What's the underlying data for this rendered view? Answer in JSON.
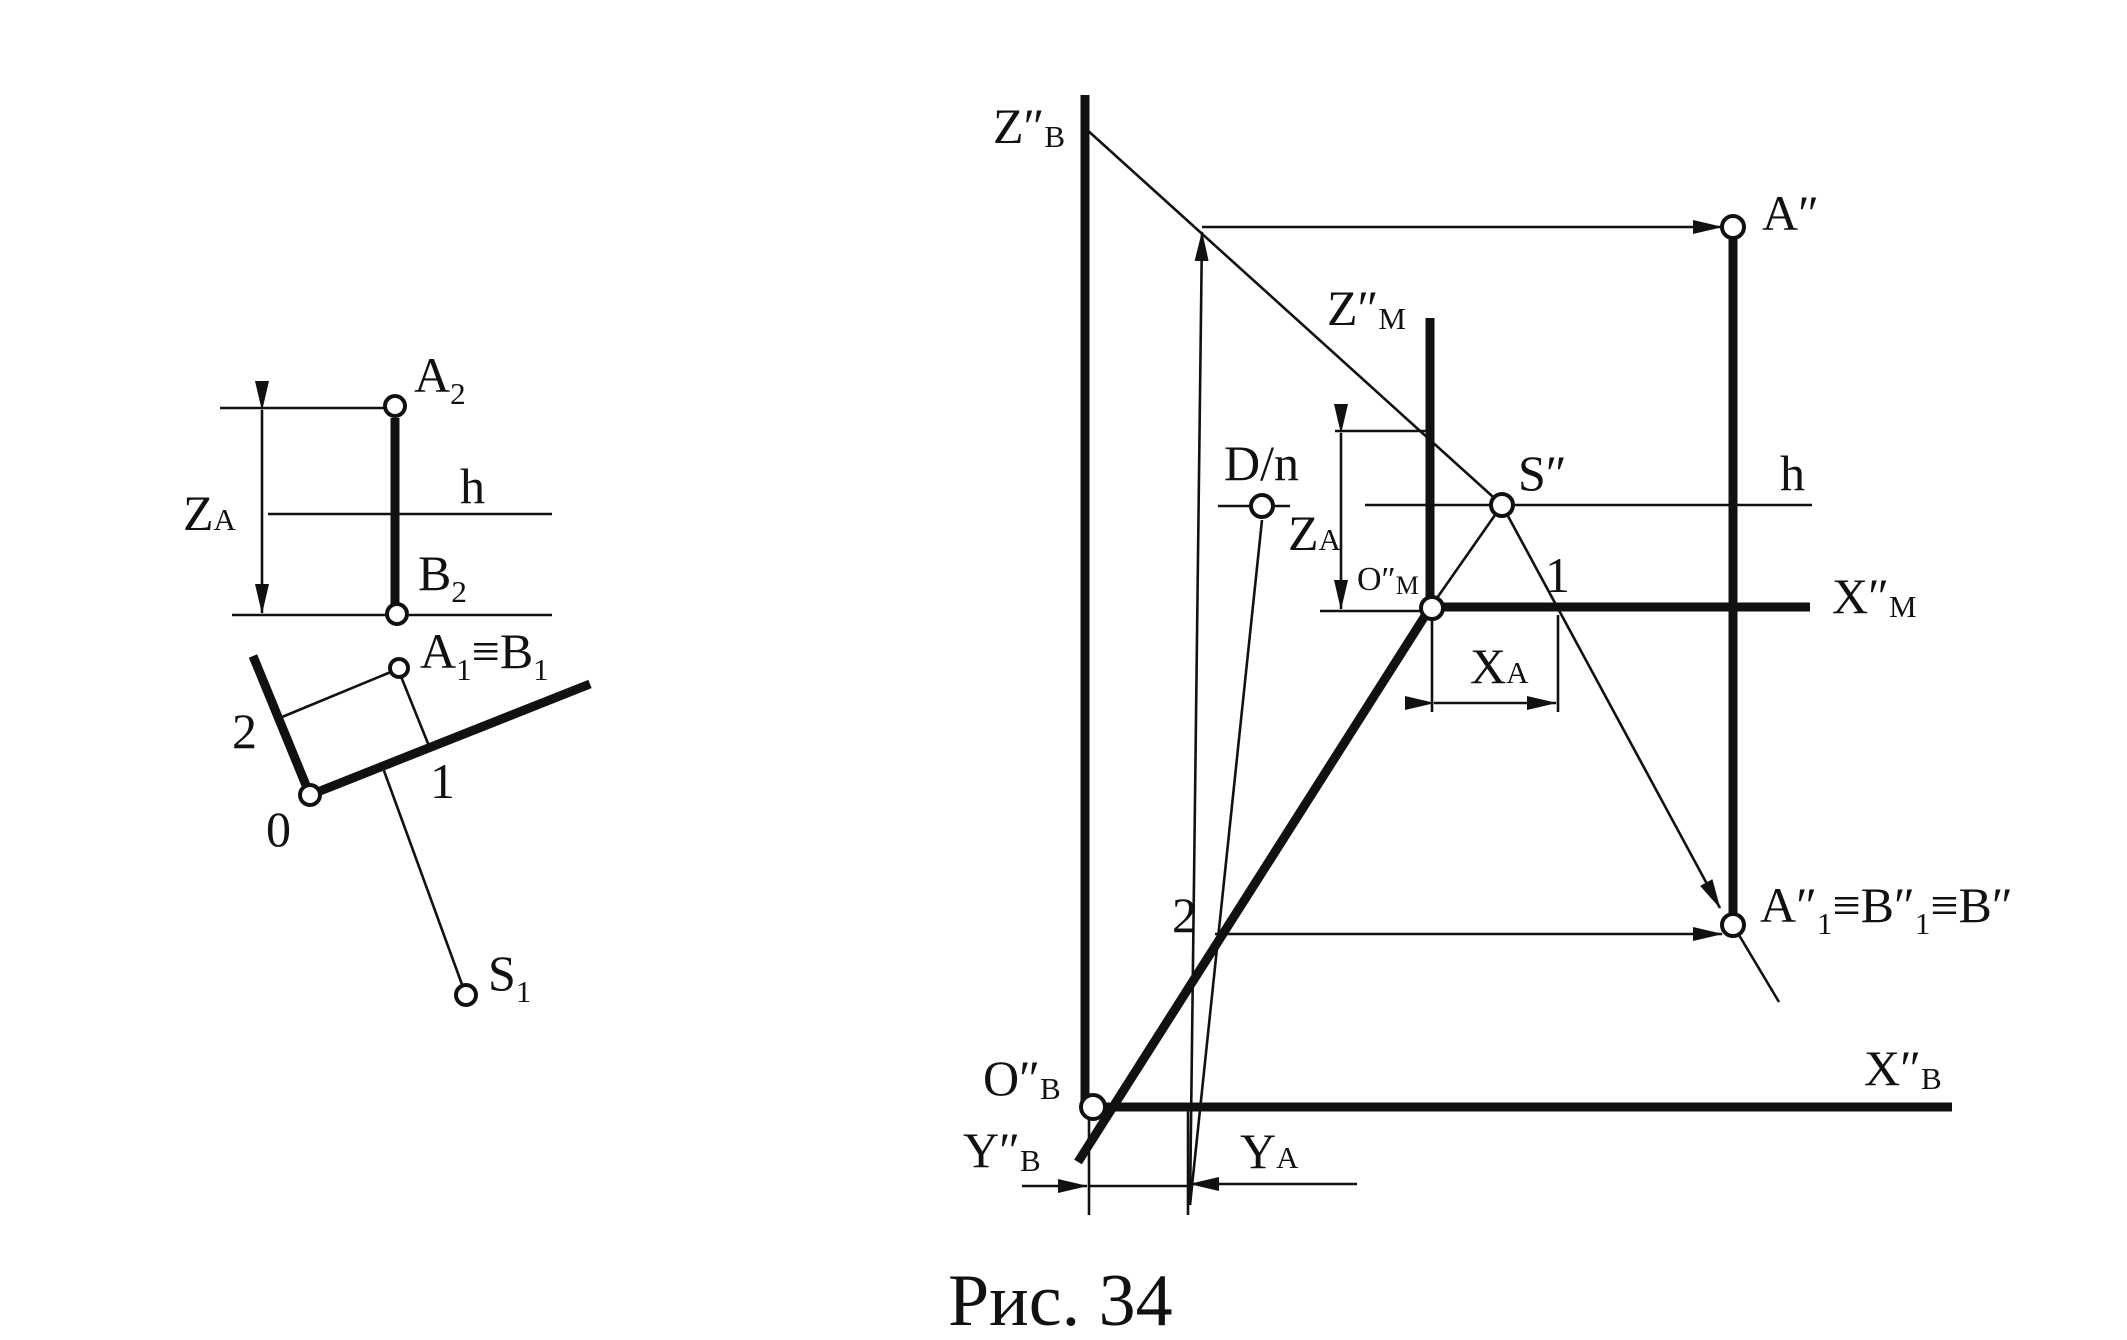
{
  "figure": {
    "caption": "Рис. 34",
    "left_view": {
      "a2": {
        "base": "A",
        "sub": "2"
      },
      "b2": {
        "base": "B",
        "sub": "2"
      },
      "h": "h",
      "za": {
        "base": "Z",
        "sub": "A"
      },
      "a1b1": {
        "a": "A",
        "a_sub": "1",
        "eq": "≡",
        "b": "B",
        "b_sub": "1"
      },
      "n2": "2",
      "n1": "1",
      "n0": "0",
      "s1": {
        "base": "S",
        "sub": "1"
      }
    },
    "right_view": {
      "zb": {
        "base": "Z″",
        "sub": "B"
      },
      "a_dd": "A″",
      "zm": {
        "base": "Z″",
        "sub": "M"
      },
      "dn": "D/n",
      "s_dd": "S″",
      "h": "h",
      "za": {
        "base": "Z",
        "sub": "A"
      },
      "om": {
        "base": "O″",
        "sub": "M"
      },
      "n1": "1",
      "xm": {
        "base": "X″",
        "sub": "M"
      },
      "xa": {
        "base": "X",
        "sub": "A"
      },
      "n2": "2",
      "a1b1b": {
        "p1": "A″",
        "s1": "1",
        "eq1": "≡",
        "p2": "B″",
        "s2": "1",
        "eq2": "≡",
        "p3": "B″"
      },
      "ob": {
        "base": "O″",
        "sub": "B"
      },
      "xb": {
        "base": "X″",
        "sub": "B"
      },
      "yb": {
        "base": "Y″",
        "sub": "B"
      },
      "ya": {
        "base": "Y",
        "sub": "A"
      }
    }
  }
}
